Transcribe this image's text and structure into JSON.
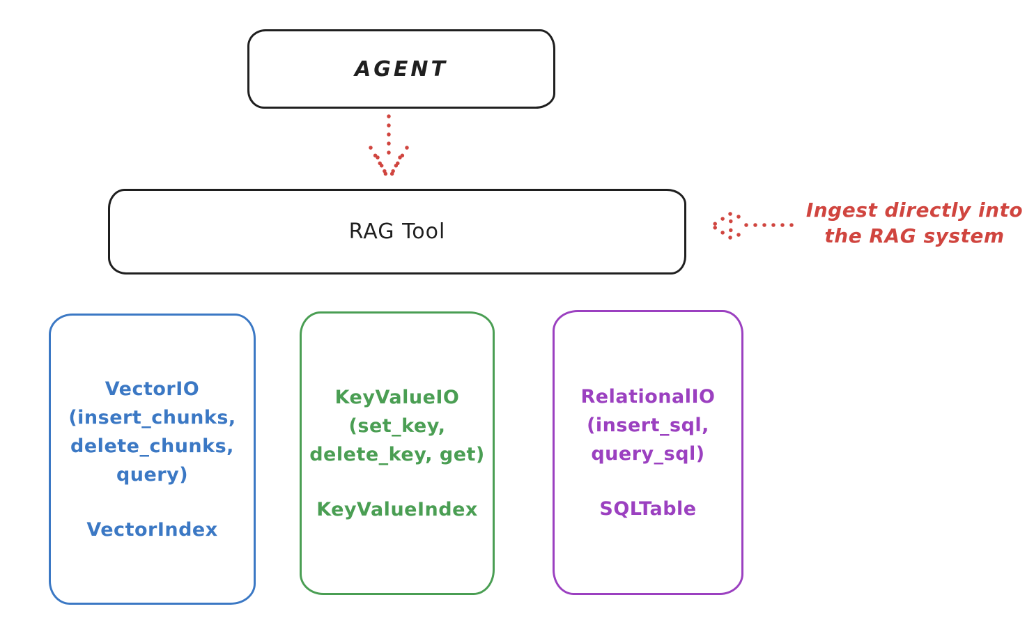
{
  "agent": {
    "label": "AGENT"
  },
  "rag_tool": {
    "label": "RAG Tool"
  },
  "annotation": {
    "line1": "Ingest directly into",
    "line2": "the RAG system"
  },
  "io_boxes": [
    {
      "id": "vector-io",
      "color": "#3b78c4",
      "lines": [
        "VectorIO",
        "(insert_chunks,",
        "delete_chunks,",
        "query)"
      ],
      "index_label": "VectorIndex"
    },
    {
      "id": "keyvalue-io",
      "color": "#4a9e53",
      "lines": [
        "KeyValueIO",
        "(set_key,",
        "delete_key, get)"
      ],
      "index_label": "KeyValueIndex"
    },
    {
      "id": "relational-io",
      "color": "#9b40c0",
      "lines": [
        "RelationalIO",
        "(insert_sql,",
        "query_sql)"
      ],
      "index_label": "SQLTable"
    }
  ],
  "colors": {
    "stroke_black": "#1f1f1f",
    "arrow_red": "#d0453f"
  }
}
